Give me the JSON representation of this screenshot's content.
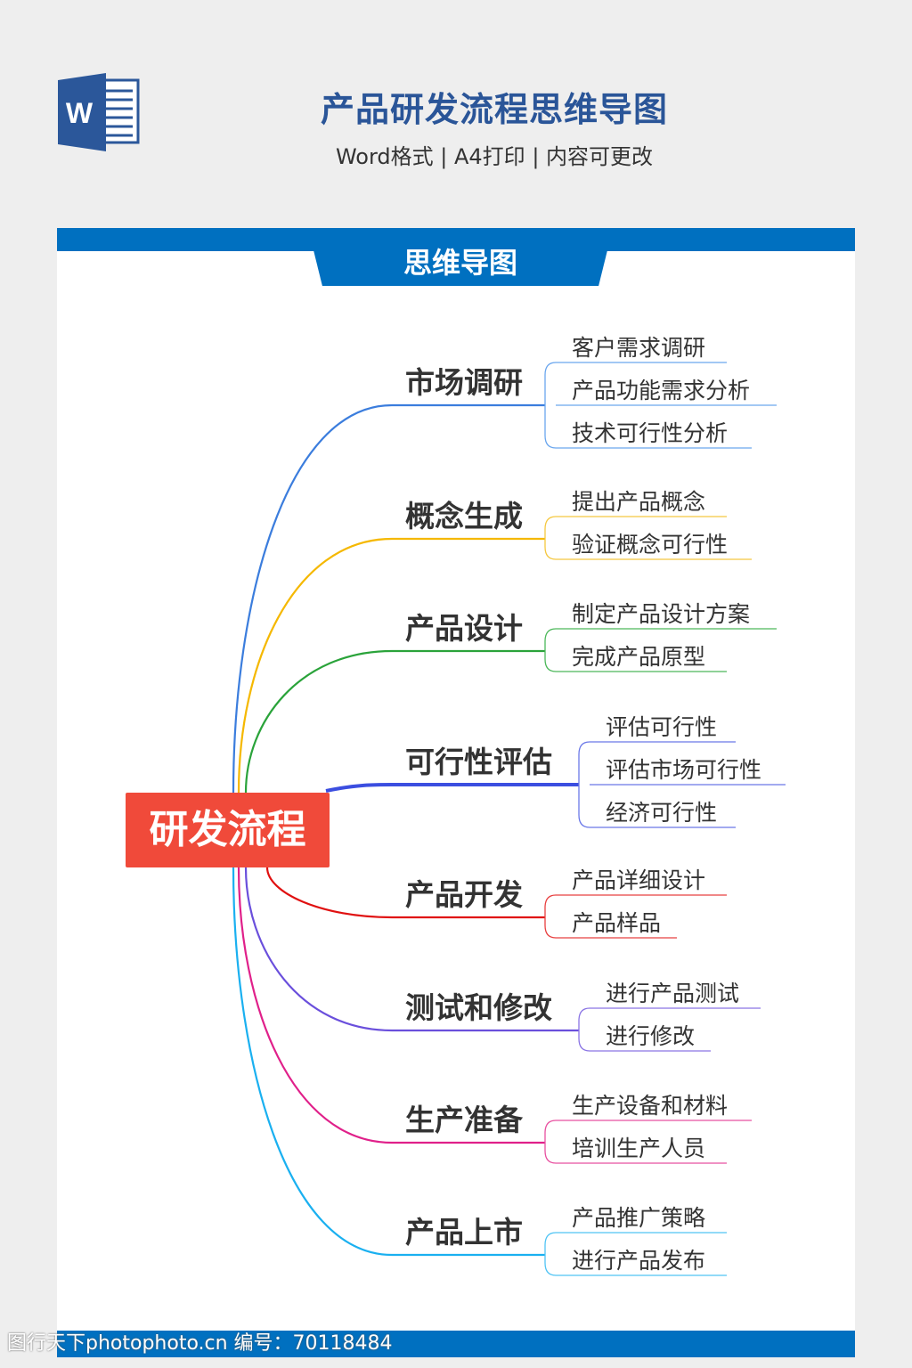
{
  "header": {
    "logo_letter": "W",
    "title": "产品研发流程思维导图",
    "subtitle": "Word格式 | A4打印 | 内容可更改"
  },
  "section_tab": "思维导图",
  "central_topic": "研发流程",
  "branches": [
    {
      "label": "市场调研",
      "color": "#3b7ddd",
      "sub_color": "#6aa6ee",
      "children": [
        "客户需求调研",
        "产品功能需求分析",
        "技术可行性分析"
      ]
    },
    {
      "label": "概念生成",
      "color": "#f5b800",
      "sub_color": "#f5c840",
      "children": [
        "提出产品概念",
        "验证概念可行性"
      ]
    },
    {
      "label": "产品设计",
      "color": "#2aa33a",
      "sub_color": "#4cb85a",
      "children": [
        "制定产品设计方案",
        "完成产品原型"
      ]
    },
    {
      "label": "可行性评估",
      "color": "#3b4ee0",
      "sub_color": "#6a78e8",
      "children": [
        "评估可行性",
        "评估市场可行性",
        "经济可行性"
      ]
    },
    {
      "label": "产品开发",
      "color": "#e01010",
      "sub_color": "#e84040",
      "children": [
        "产品详细设计",
        "产品样品"
      ]
    },
    {
      "label": "测试和修改",
      "color": "#6a4fdc",
      "sub_color": "#8a74e4",
      "children": [
        "进行产品测试",
        "进行修改"
      ]
    },
    {
      "label": "生产准备",
      "color": "#e0208a",
      "sub_color": "#e850a0",
      "children": [
        "生产设备和材料",
        "培训生产人员"
      ]
    },
    {
      "label": "产品上市",
      "color": "#1ab0f0",
      "sub_color": "#50c4f4",
      "children": [
        "产品推广策略",
        "进行产品发布"
      ]
    }
  ],
  "watermark": "图行天下photophoto.cn 编号：70118484"
}
